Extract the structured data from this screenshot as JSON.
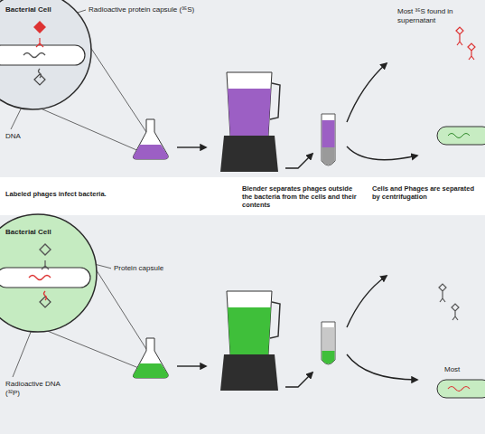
{
  "diagram": {
    "nodes": [
      {
        "text": [
          "Bacterial Cell"
        ]
      },
      {
        "text": [
          "Bacterial Cell"
        ]
      }
    ],
    "labels": [
      "Radioactive protein capsule (³⁵S)",
      "DNA",
      "Most ³⁵S found in supernatant",
      "Labeled phages infect bacteria.",
      "Blender separates phages outside the bacteria from the cells and their contents",
      "Cells and Phages are separated by centrifugation",
      "Protein capsule",
      "Radioactive DNA (³²P)",
      "Most"
    ]
  }
}
